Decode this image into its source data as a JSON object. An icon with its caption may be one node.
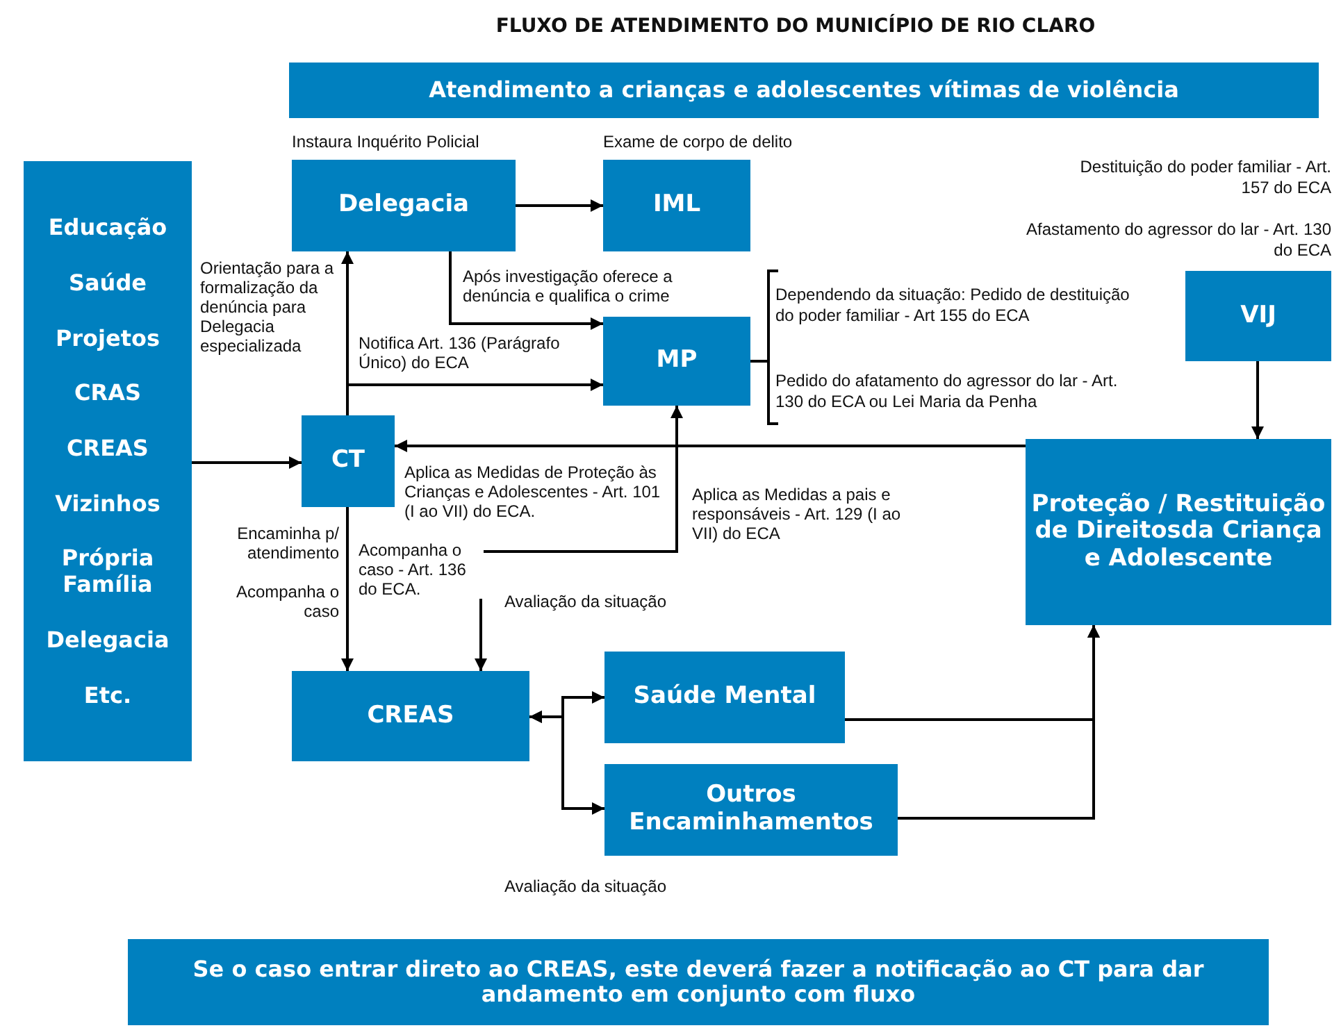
{
  "diagram": {
    "title": "FLUXO DE ATENDIMENTO DO MUNICÍPIO DE RIO CLARO",
    "nodes": [
      {
        "text": [
          "Educação",
          "Saúde",
          "Projetos",
          "CRAS",
          "CREAS",
          "Vizinhos",
          "Própria Família",
          "Delegacia",
          "Etc."
        ]
      },
      {
        "text": [
          "Atendimento a crianças e adolescentes vítimas de violência"
        ]
      },
      {
        "text": [
          "Delegacia"
        ],
        "beside": [
          "Instaura Inquérito Policial"
        ]
      },
      {
        "text": [
          "IML"
        ],
        "beside": [
          "Exame de corpo de delito"
        ]
      },
      {
        "text": [
          "MP"
        ]
      },
      {
        "text": [
          "VIJ"
        ],
        "beside": [
          "Destituição do poder familiar - Art. 157 do ECA",
          "Afastamento do agressor do lar - Art. 130 do ECA"
        ]
      },
      {
        "text": [
          "CT"
        ]
      },
      {
        "text": [
          "Proteção / Restituição de Direitosda Criança e Adolescente"
        ]
      },
      {
        "text": [
          "CREAS"
        ]
      },
      {
        "text": [
          "Saúde Mental"
        ]
      },
      {
        "text": [
          "Outros Encaminhamentos"
        ]
      },
      {
        "text": [
          "Se o caso entrar direto ao CREAS, este deverá fazer a notificação ao CT para dar andamento em conjunto com fluxo"
        ]
      },
      {
        "text": [
          "Dependendo da situação: Pedido de destituição do poder familiar - Art 155 do ECA",
          "Pedido do afatamento do agressor do lar - Art. 130 do ECA ou Lei Maria da Penha"
        ]
      }
    ],
    "edges": [
      {
        "from": 0,
        "to": 6,
        "arrow": "to"
      },
      {
        "from": 6,
        "to": 2,
        "arrow": "to",
        "label": "Orientação para a formalização da denúncia para Delegacia especializada"
      },
      {
        "from": 6,
        "to": 4,
        "arrow": "to",
        "label": "Notifica Art. 136 (Parágrafo Único) do ECA"
      },
      {
        "from": 2,
        "to": 3,
        "arrow": "to"
      },
      {
        "from": 2,
        "to": 4,
        "arrow": "to",
        "label": "Após investigação oferece a denúncia e qualifica o crime"
      },
      {
        "from": 7,
        "to": 6,
        "arrow": "to",
        "label": "Aplica as Medidas de Proteção às Crianças e Adolescentes - Art. 101 (I ao VII) do ECA."
      },
      {
        "from": 4,
        "to": 8,
        "arrow": "both",
        "label": "Aplica as Medidas a pais e responsáveis - Art. 129 (I ao VII) do ECA"
      },
      {
        "from": 6,
        "to": 8,
        "arrow": "to"
      },
      {
        "from": 8,
        "to": 9,
        "arrow": "both"
      },
      {
        "from": 8,
        "to": 10,
        "arrow": "both"
      },
      {
        "from": 9,
        "to": 7,
        "arrow": "to"
      },
      {
        "from": 10,
        "to": 7,
        "arrow": "to"
      },
      {
        "from": 5,
        "to": 7,
        "arrow": "to"
      },
      {
        "from": 4,
        "to": 12,
        "arrow": "none"
      }
    ],
    "labels": [
      "Encaminha p/ atendimento",
      "Acompanha o caso",
      "Acompanha o caso - Art. 136 do ECA.",
      "Avaliação da situação",
      "Avaliação da situação"
    ]
  }
}
